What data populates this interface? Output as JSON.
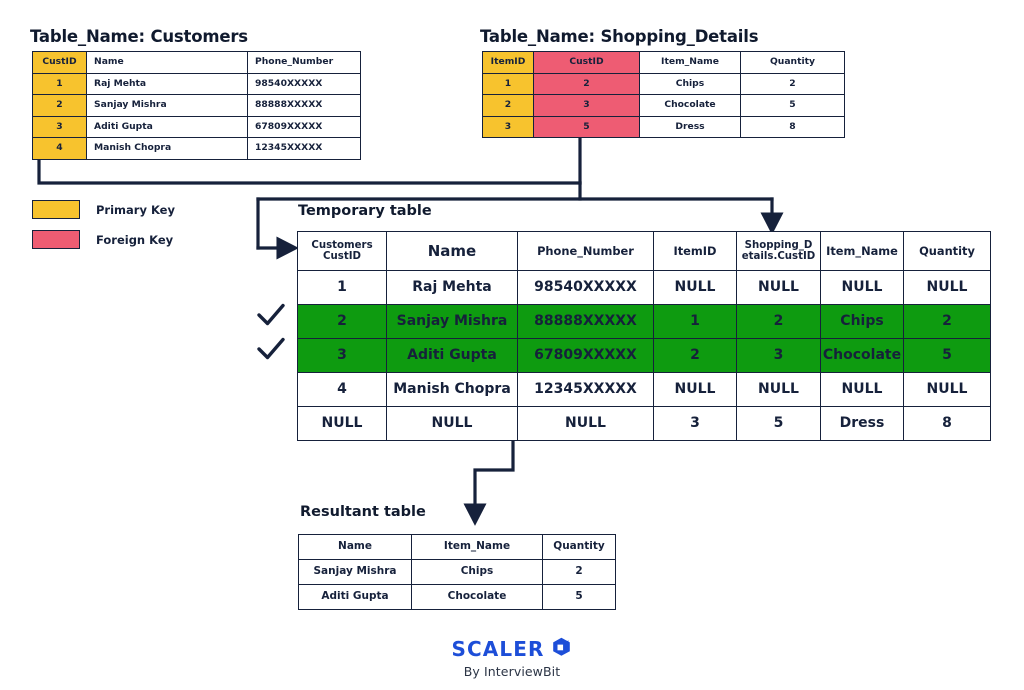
{
  "customers": {
    "title": "Table_Name: Customers",
    "columns": [
      "CustID",
      "Name",
      "Phone_Number"
    ],
    "rows": [
      [
        "1",
        "Raj Mehta",
        "98540XXXXX"
      ],
      [
        "2",
        "Sanjay Mishra",
        "88888XXXXX"
      ],
      [
        "3",
        "Aditi Gupta",
        "67809XXXXX"
      ],
      [
        "4",
        "Manish Chopra",
        "12345XXXXX"
      ]
    ]
  },
  "shopping_details": {
    "title": "Table_Name: Shopping_Details",
    "columns": [
      "ItemID",
      "CustID",
      "Item_Name",
      "Quantity"
    ],
    "rows": [
      [
        "1",
        "2",
        "Chips",
        "2"
      ],
      [
        "2",
        "3",
        "Chocolate",
        "5"
      ],
      [
        "3",
        "5",
        "Dress",
        "8"
      ]
    ]
  },
  "legend": {
    "primary_key_label": "Primary Key",
    "foreign_key_label": "Foreign Key",
    "primary_key_color": "#F7C32E",
    "foreign_key_color": "#EE5C73"
  },
  "temporary_table": {
    "title": "Temporary table",
    "columns": [
      "Customers CustID",
      "Name",
      "Phone_Number",
      "ItemID",
      "Shopping_Details.CustID",
      "Item_Name",
      "Quantity"
    ],
    "column_lines": {
      "c0_line1": "Customers",
      "c0_line2": "CustID",
      "c4_line1": "Shopping_D",
      "c4_line2": "etails.CustID"
    },
    "rows": [
      {
        "cells": [
          "1",
          "Raj Mehta",
          "98540XXXXX",
          "NULL",
          "NULL",
          "NULL",
          "NULL"
        ],
        "matched": false,
        "check": ""
      },
      {
        "cells": [
          "2",
          "Sanjay Mishra",
          "88888XXXXX",
          "1",
          "2",
          "Chips",
          "2"
        ],
        "matched": true,
        "check": "✓"
      },
      {
        "cells": [
          "3",
          "Aditi Gupta",
          "67809XXXXX",
          "2",
          "3",
          "Chocolate",
          "5"
        ],
        "matched": true,
        "check": "✓"
      },
      {
        "cells": [
          "4",
          "Manish Chopra",
          "12345XXXXX",
          "NULL",
          "NULL",
          "NULL",
          "NULL"
        ],
        "matched": false,
        "check": ""
      },
      {
        "cells": [
          "NULL",
          "NULL",
          "NULL",
          "3",
          "5",
          "Dress",
          "8"
        ],
        "matched": false,
        "check": ""
      }
    ],
    "match_highlight_color": "#0E9B10"
  },
  "resultant_table": {
    "title": "Resultant table",
    "columns": [
      "Name",
      "Item_Name",
      "Quantity"
    ],
    "rows": [
      [
        "Sanjay Mishra",
        "Chips",
        "2"
      ],
      [
        "Aditi Gupta",
        "Chocolate",
        "5"
      ]
    ]
  },
  "footer": {
    "brand": "SCALER",
    "tagline": "By InterviewBit",
    "brand_color": "#1d4ed8"
  }
}
